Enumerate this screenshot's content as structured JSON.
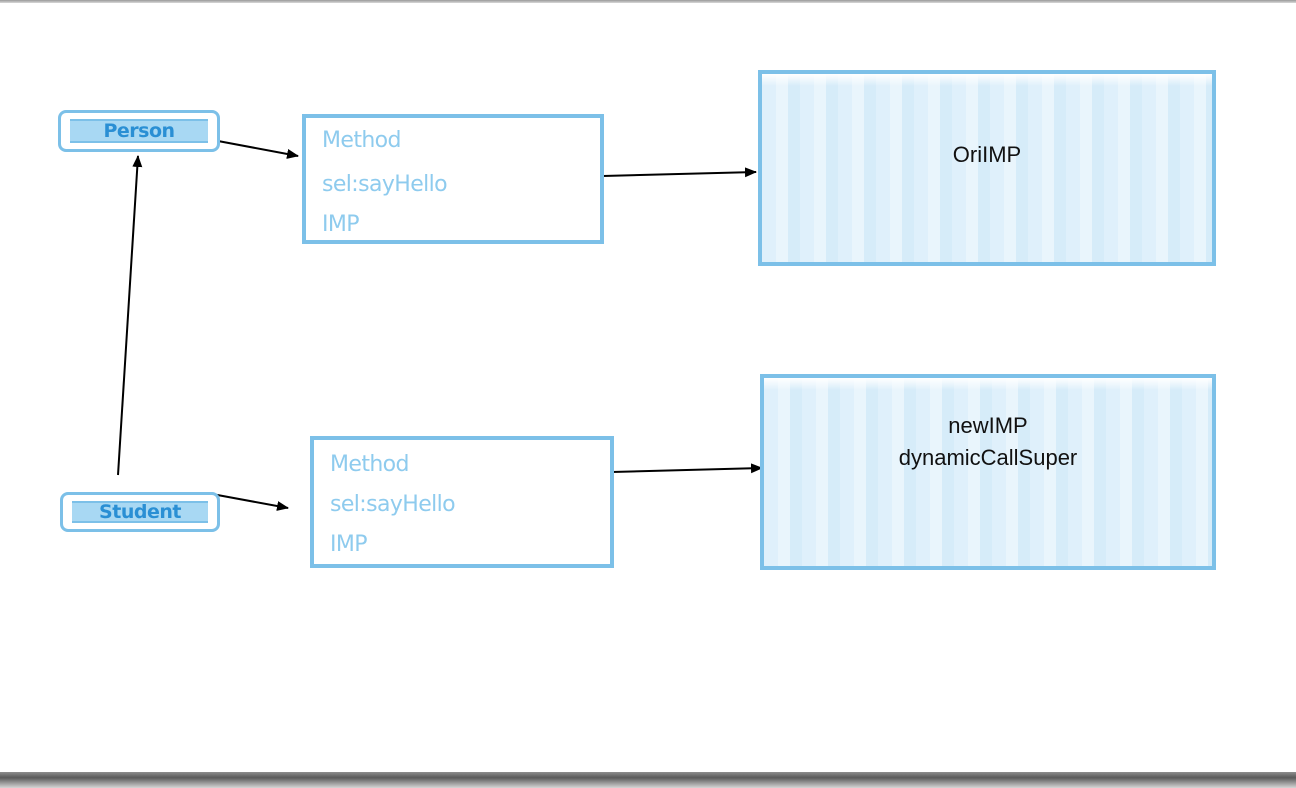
{
  "nodes": {
    "person": {
      "label": "Person"
    },
    "student": {
      "label": "Student"
    },
    "person_method": {
      "lines": [
        "Method",
        "sel:sayHello",
        "IMP"
      ]
    },
    "student_method": {
      "lines": [
        "Method",
        "sel:sayHello",
        "IMP"
      ]
    },
    "ori_imp": {
      "lines": [
        "OriIMP"
      ]
    },
    "new_imp": {
      "lines": [
        "newIMP",
        "dynamicCallSuper"
      ]
    }
  },
  "edges": [
    {
      "from": "person",
      "to": "person_method"
    },
    {
      "from": "person_method",
      "to": "ori_imp"
    },
    {
      "from": "student",
      "to": "person"
    },
    {
      "from": "student",
      "to": "student_method"
    },
    {
      "from": "student_method",
      "to": "new_imp"
    }
  ],
  "colors": {
    "sketch_blue": "#7cc0e8",
    "pill_fill": "#a8d8f3",
    "pill_text": "#2a8fd4",
    "method_text": "#8ecbee",
    "imp_text": "#111111",
    "arrow": "#000000"
  }
}
